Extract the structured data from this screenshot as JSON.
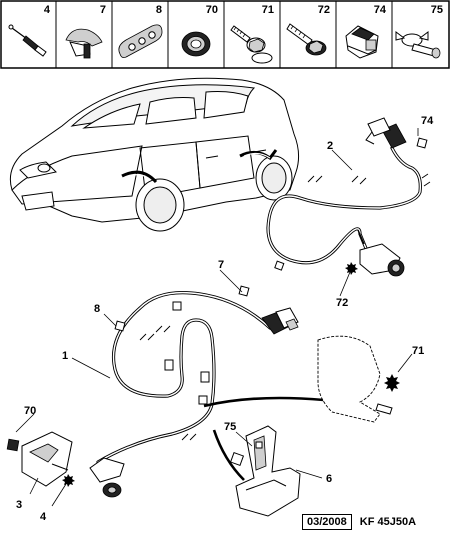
{
  "parts_strip": [
    {
      "number": "4",
      "icon": "stud-pin-icon"
    },
    {
      "number": "7",
      "icon": "cable-clip-icon"
    },
    {
      "number": "8",
      "icon": "grommet-plate-icon"
    },
    {
      "number": "70",
      "icon": "round-grommet-icon"
    },
    {
      "number": "71",
      "icon": "bolt-washer-icon"
    },
    {
      "number": "72",
      "icon": "flange-screw-icon"
    },
    {
      "number": "74",
      "icon": "connector-clip-icon"
    },
    {
      "number": "75",
      "icon": "push-rivet-icon"
    }
  ],
  "callouts": {
    "c1": "1",
    "c2": "2",
    "c3": "3",
    "c4": "4",
    "c6": "6",
    "c7": "7",
    "c8": "8",
    "c70": "70",
    "c71": "71",
    "c72": "72",
    "c74": "74",
    "c75": "75"
  },
  "footer": {
    "date": "03/2008",
    "code": "KF 45J50A"
  }
}
